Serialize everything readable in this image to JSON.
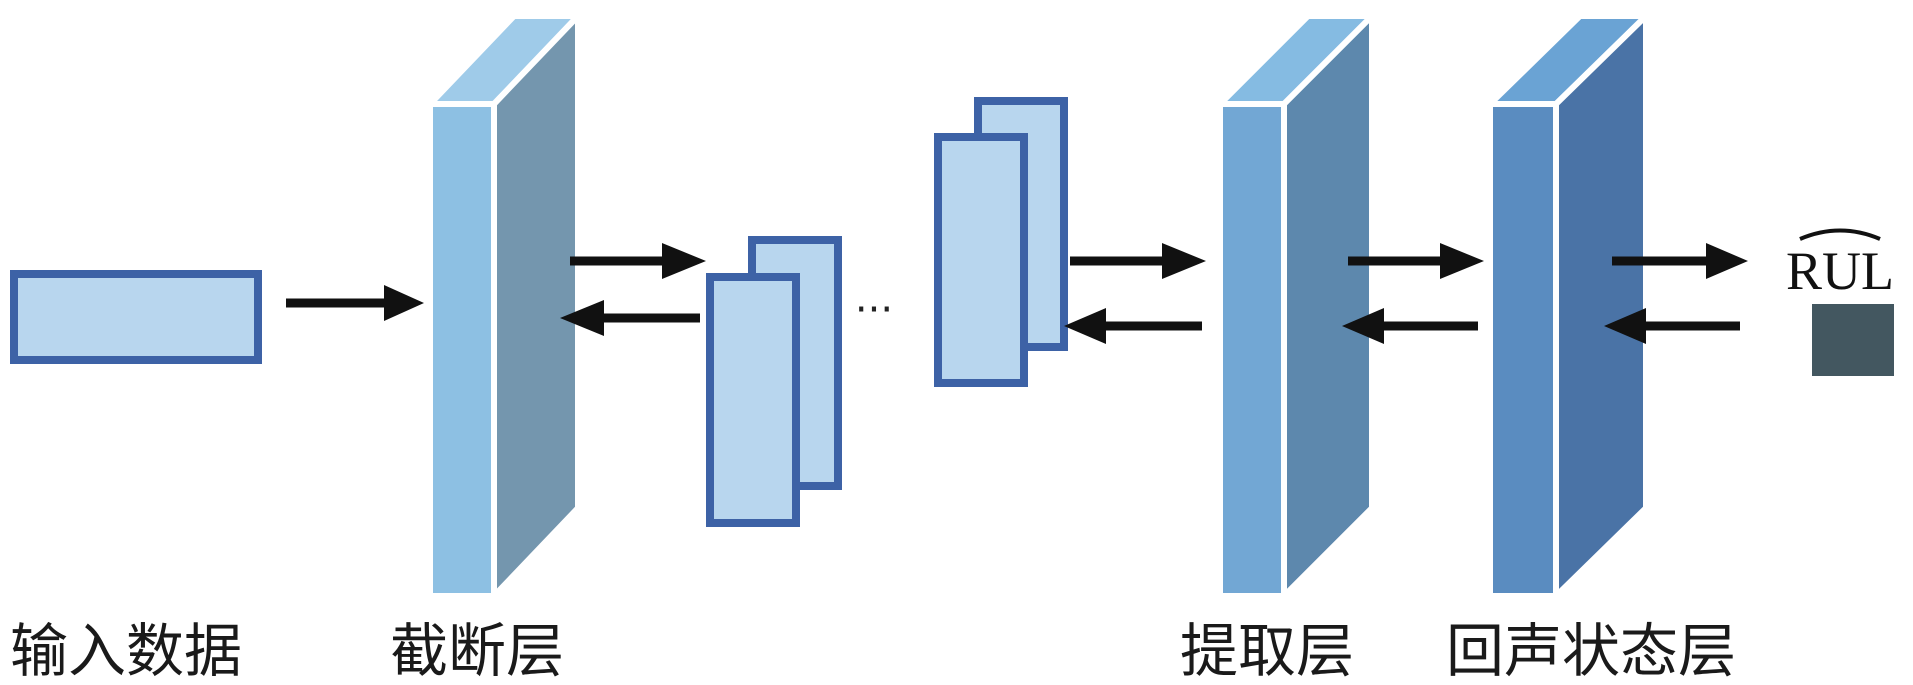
{
  "labels": {
    "input": "输入数据",
    "truncation": "截断层",
    "extraction": "提取层",
    "echo_state": "回声状态层",
    "output": "RUL",
    "ellipsis": "···"
  },
  "colors": {
    "input_fill": "#b8d6ee",
    "block_border": "#3d62a6",
    "truncation_front": "#8dc0e3",
    "truncation_side": "#7496ae",
    "truncation_top": "#9fcbe9",
    "extraction_front": "#72a7d4",
    "extraction_side": "#5d88ad",
    "extraction_top": "#85bbe2",
    "echo_front": "#5a8cc0",
    "echo_side": "#4a73a6",
    "echo_top": "#6aa3d4",
    "output_square": "#435760",
    "arrow": "#111111"
  }
}
